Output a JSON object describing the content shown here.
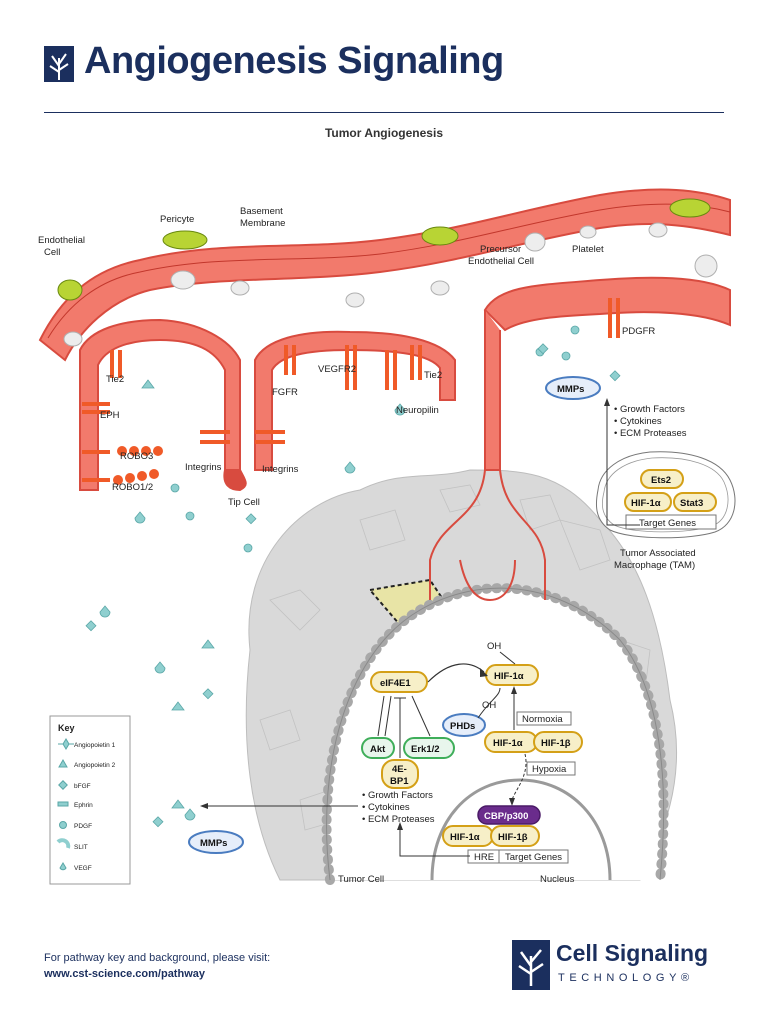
{
  "header": {
    "title": "Angiogenesis Signaling",
    "subtitle": "Tumor Angiogenesis"
  },
  "colors": {
    "brand": "#1b2f5e",
    "vessel": "#f27a6c",
    "vessel_dark": "#d84b3f",
    "receptor": "#f05a28",
    "ligand": "#8fcfcf",
    "pill_border": "#d4a017",
    "pill_green": "#3fae5a",
    "pill_blue": "#4a7cc0",
    "pill_purple": "#6a2c8c",
    "pericyte": "#b8d434",
    "tumor": "#d9d9d9"
  },
  "labels": {
    "endothelial_cell": [
      "Endothelial",
      "Cell"
    ],
    "pericyte": "Pericyte",
    "basement_membrane": [
      "Basement",
      "Membrane"
    ],
    "precursor": [
      "Precursor",
      "Endothelial Cell"
    ],
    "platelet": "Platelet",
    "pdgfr": "PDGFR",
    "tie2_left": "Tie2",
    "eph": "EPH",
    "robo3": "ROBO3",
    "robo12": "ROBO1/2",
    "integrins_left": "Integrins",
    "integrins_right": "Integrins",
    "tip_cell": "Tip Cell",
    "fgfr": "FGFR",
    "vegfr2": "VEGFR2",
    "tie2_right": "Tie2",
    "neuropilin": "Neuropilin",
    "tam": [
      "Tumor Associated",
      "Macrophage (TAM)"
    ],
    "tam_outputs": [
      "• Growth Factors",
      "• Cytokines",
      "• ECM Proteases"
    ],
    "tumor_outputs": [
      "• Growth Factors",
      "• Cytokines",
      "• ECM Proteases"
    ],
    "tumor_cell": "Tumor Cell",
    "nucleus": "Nucleus",
    "oh1": "OH",
    "oh2": "OH",
    "normoxia": "Normoxia",
    "hypoxia": "Hypoxia",
    "hre": "HRE",
    "target_genes_nucleus": "Target Genes",
    "target_genes_tam": "Target Genes"
  },
  "pills": {
    "mmps_top": "MMPs",
    "mmps_bottom": "MMPs",
    "ets2": "Ets2",
    "hif1a_tam": "HIF-1α",
    "stat3": "Stat3",
    "eif4e1": "eIF4E1",
    "hif1a_oh": "HIF-1α",
    "phds": "PHDs",
    "akt": "Akt",
    "erk": "Erk1/2",
    "bp1": [
      "4E-",
      "BP1"
    ],
    "hif1a_dimer": "HIF-1α",
    "hif1b_dimer": "HIF-1β",
    "cbp": "CBP/p300",
    "hif1a_nuc": "HIF-1α",
    "hif1b_nuc": "HIF-1β"
  },
  "key": {
    "title": "Key",
    "items": [
      {
        "label": "Angiopoietin 1",
        "icon": "angiopoietin1-icon"
      },
      {
        "label": "Angiopoietin 2",
        "icon": "angiopoietin2-icon"
      },
      {
        "label": "bFGF",
        "icon": "bfgf-icon"
      },
      {
        "label": "Ephrin",
        "icon": "ephrin-icon"
      },
      {
        "label": "PDGF",
        "icon": "pdgf-icon"
      },
      {
        "label": "SLIT",
        "icon": "slit-icon"
      },
      {
        "label": "VEGF",
        "icon": "vegf-icon"
      }
    ]
  },
  "footer": {
    "line1": "For pathway key and background, please visit:",
    "url": "www.cst-science.com/pathway",
    "brand_name": "Cell Signaling",
    "brand_sub": "TECHNOLOGY®"
  }
}
